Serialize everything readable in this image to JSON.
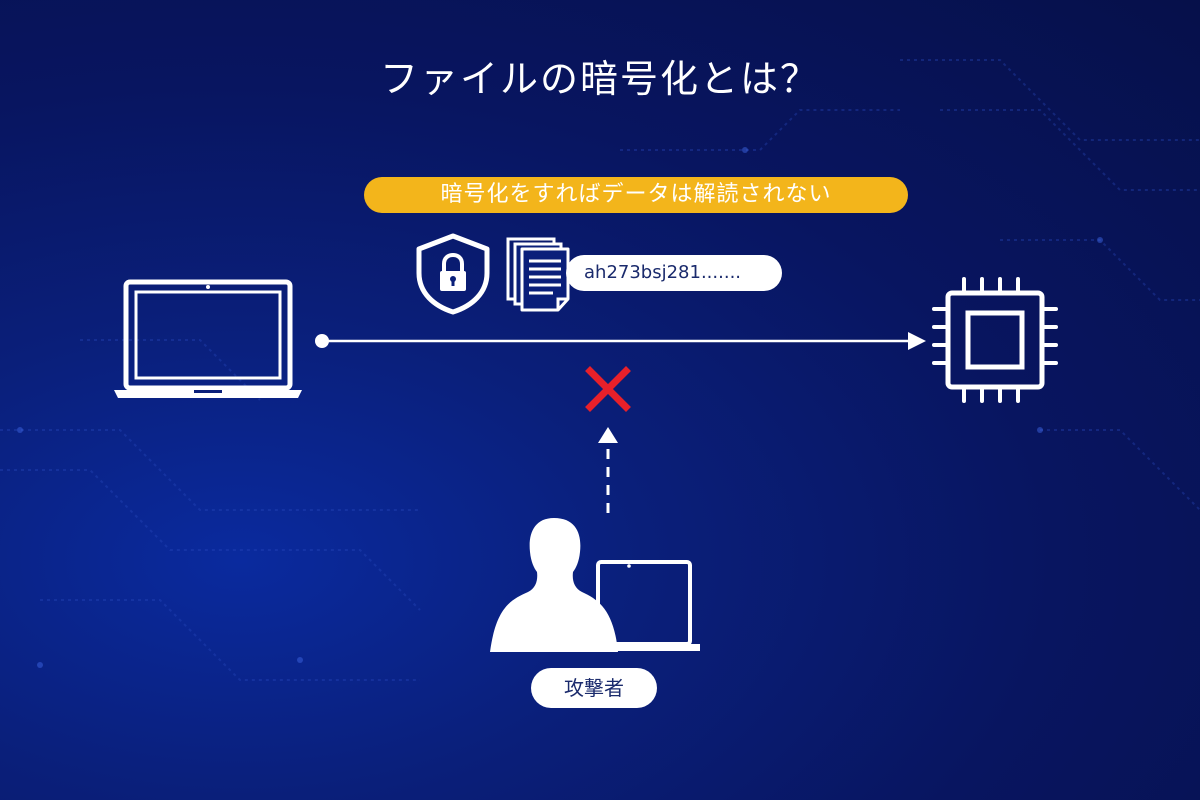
{
  "title": "ファイルの暗号化とは？",
  "banner": "暗号化をすればデータは解読されない",
  "cipher_text": "ah273bsj281.......",
  "attacker_label": "攻撃者",
  "colors": {
    "background": "#081560",
    "banner": "#f3b51b",
    "cross": "#e8202a",
    "foreground": "#ffffff",
    "pill_text": "#1a2a6c"
  },
  "icons": [
    "laptop-icon",
    "shield-lock-icon",
    "documents-icon",
    "chip-icon",
    "cross-icon",
    "attacker-icon"
  ]
}
